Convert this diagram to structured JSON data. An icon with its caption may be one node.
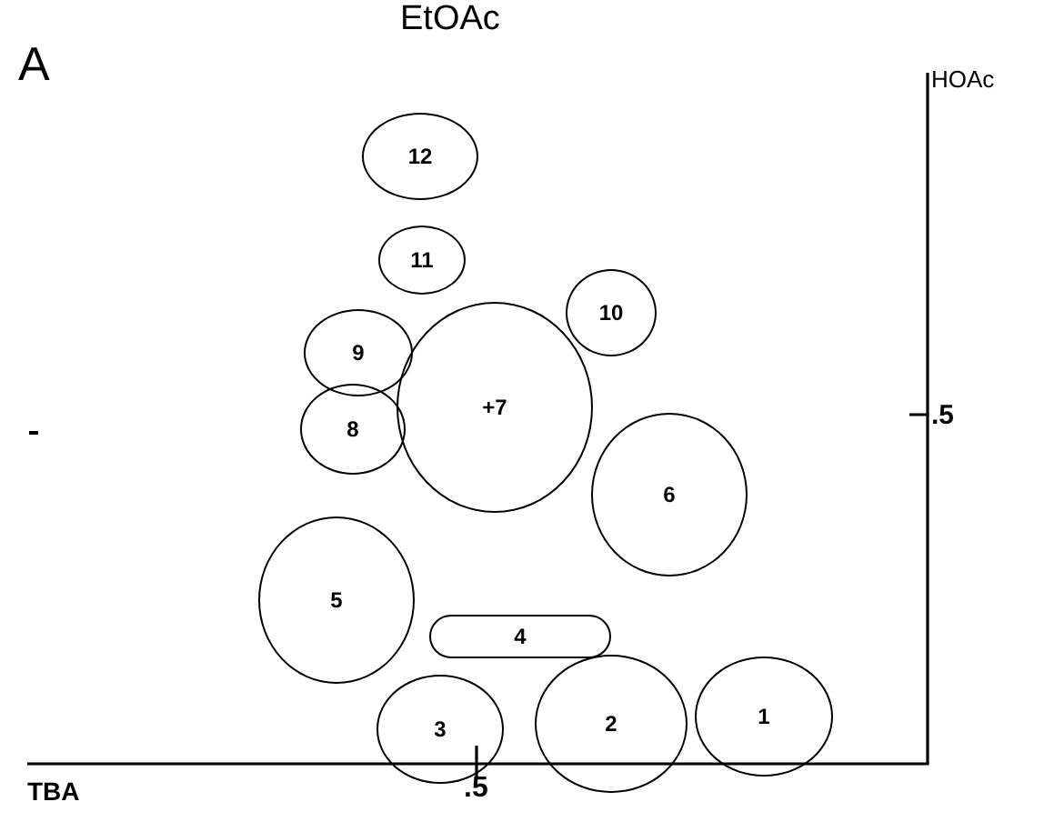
{
  "diagram": {
    "nodes": [
      {
        "text": [
          "12"
        ]
      },
      {
        "text": [
          "11"
        ]
      },
      {
        "text": [
          "10"
        ]
      },
      {
        "text": [
          "9"
        ]
      },
      {
        "text": [
          "+7"
        ]
      },
      {
        "text": [
          "8"
        ]
      },
      {
        "text": [
          "6"
        ]
      },
      {
        "text": [
          "5"
        ]
      },
      {
        "text": [
          "4"
        ]
      },
      {
        "text": [
          "3"
        ]
      },
      {
        "text": [
          "2"
        ]
      },
      {
        "text": [
          "1"
        ]
      }
    ],
    "labels": [
      "A",
      "EtOAc",
      "HOAc",
      ".5",
      "TBA",
      ".5"
    ]
  }
}
